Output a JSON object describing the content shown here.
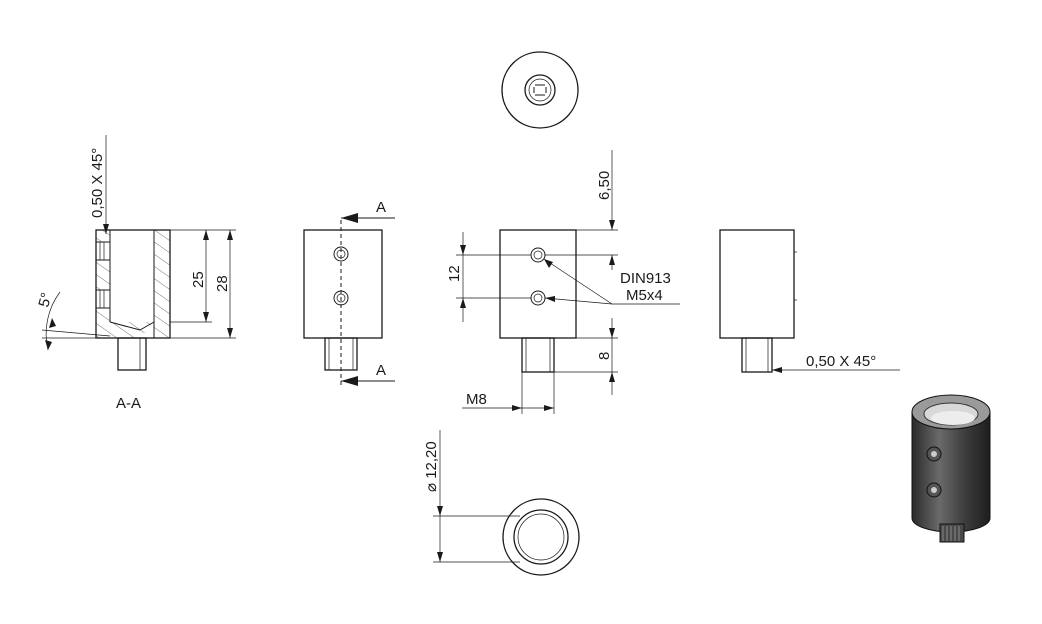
{
  "labels": {
    "section_name": "A-A",
    "cut_top": "A",
    "cut_bottom": "A",
    "chamfer_top": "0,50 X 45°",
    "chamfer_right": "0,50 X 45°",
    "angle": "5°",
    "dim_25": "25",
    "dim_28": "28",
    "dim_650": "6,50",
    "dim_12": "12",
    "dim_8": "8",
    "thread": "M8",
    "screw_std": "DIN913",
    "screw_size": "M5x4",
    "diameter": "⌀ 12,20"
  }
}
